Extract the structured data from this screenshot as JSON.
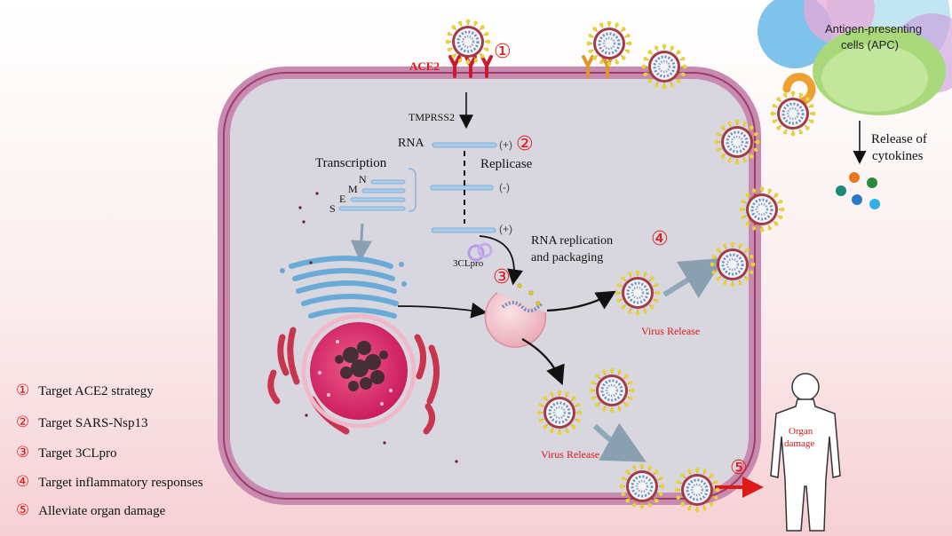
{
  "labels": {
    "ace2": "ACE2",
    "tmprss2": "TMPRSS2",
    "rna": "RNA",
    "plus_top": "(+)",
    "minus": "(-)",
    "plus_bottom": "(+)",
    "replicase": "Replicase",
    "transcription": "Transcription",
    "gene_n": "N",
    "gene_m": "M",
    "gene_e": "E",
    "gene_s": "S",
    "clpro": "3CLpro",
    "rna_replication_line1": "RNA replication",
    "rna_replication_line2": "and packaging",
    "virus_release_right": "Virus Release",
    "virus_release_bottom": "Virus Release",
    "apc_line1": "Antigen-presenting",
    "apc_line2": "cells (APC)",
    "release_line1": "Release of",
    "release_line2": "cytokines",
    "organ_line1": "Organ",
    "organ_line2": "damage"
  },
  "markers": {
    "m1": "①",
    "m2": "②",
    "m3": "③",
    "m4": "④",
    "m5": "⑤"
  },
  "legend": [
    {
      "marker": "①",
      "text": "Target ACE2 strategy"
    },
    {
      "marker": "②",
      "text": "Target SARS-Nsp13"
    },
    {
      "marker": "③",
      "text": "Target 3CLpro"
    },
    {
      "marker": "④",
      "text": "Target inflammatory  responses"
    },
    {
      "marker": "⑤",
      "text": "Alleviate  organ damage"
    }
  ],
  "colors": {
    "membrane": "#b85a86",
    "cytoplasm": "#dcdbe3",
    "accent_red": "#e01818",
    "rna_strand": "#a9cfee",
    "nucleus": "#e0306a",
    "golgi": "#7cb6dc",
    "er": "#c9344e",
    "virus_spike": "#d8c42a",
    "virus_ring": "#b04848"
  }
}
